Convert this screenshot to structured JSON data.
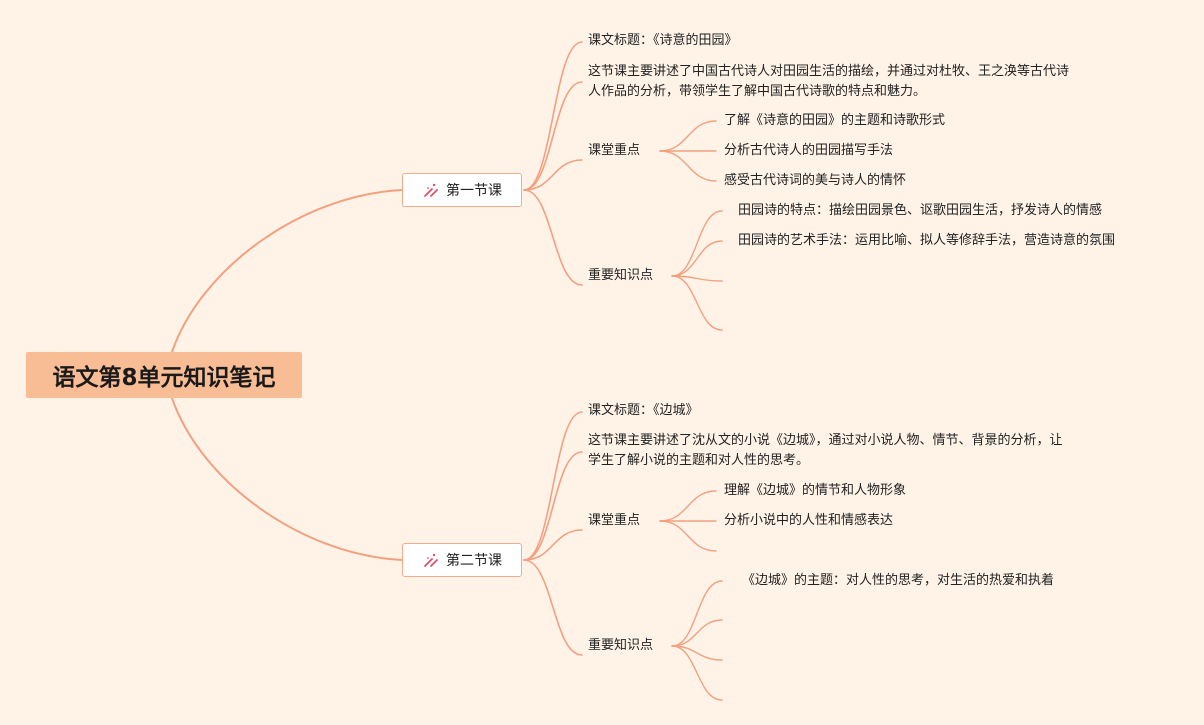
{
  "root": {
    "title": "语文第8单元知识笔记"
  },
  "lessons": [
    {
      "name": "第一节课",
      "title_line": "课文标题：《诗意的田园》",
      "summary": "这节课主要讲述了中国古代诗人对田园生活的描绘，并通过对杜牧、王之涣等古代诗人作品的分析，带领学生了解中国古代诗歌的特点和魅力。",
      "focus_label": "课堂重点",
      "focus_items": [
        "了解《诗意的田园》的主题和诗歌形式",
        "分析古代诗人的田园描写手法",
        "感受古代诗词的美与诗人的情怀"
      ],
      "knowledge_label": "重要知识点",
      "knowledge_items": [
        "田园诗的特点：描绘田园景色、讴歌田园生活，抒发诗人的情感",
        "田园诗的艺术手法：运用比喻、拟人等修辞手法，营造诗意的氛围"
      ]
    },
    {
      "name": "第二节课",
      "title_line": "课文标题：《边城》",
      "summary": "这节课主要讲述了沈从文的小说《边城》，通过对小说人物、情节、背景的分析，让学生了解小说的主题和对人性的思考。",
      "focus_label": "课堂重点",
      "focus_items": [
        "理解《边城》的情节和人物形象",
        "分析小说中的人性和情感表达"
      ],
      "knowledge_label": "重要知识点",
      "knowledge_items": [
        "《边城》的主题：对人性的思考，对生活的热爱和执着"
      ]
    }
  ],
  "colors": {
    "line": "#f4a07f",
    "root_bg": "#f9bd96",
    "background": "#fff3e8",
    "icon": "#e0506a"
  }
}
